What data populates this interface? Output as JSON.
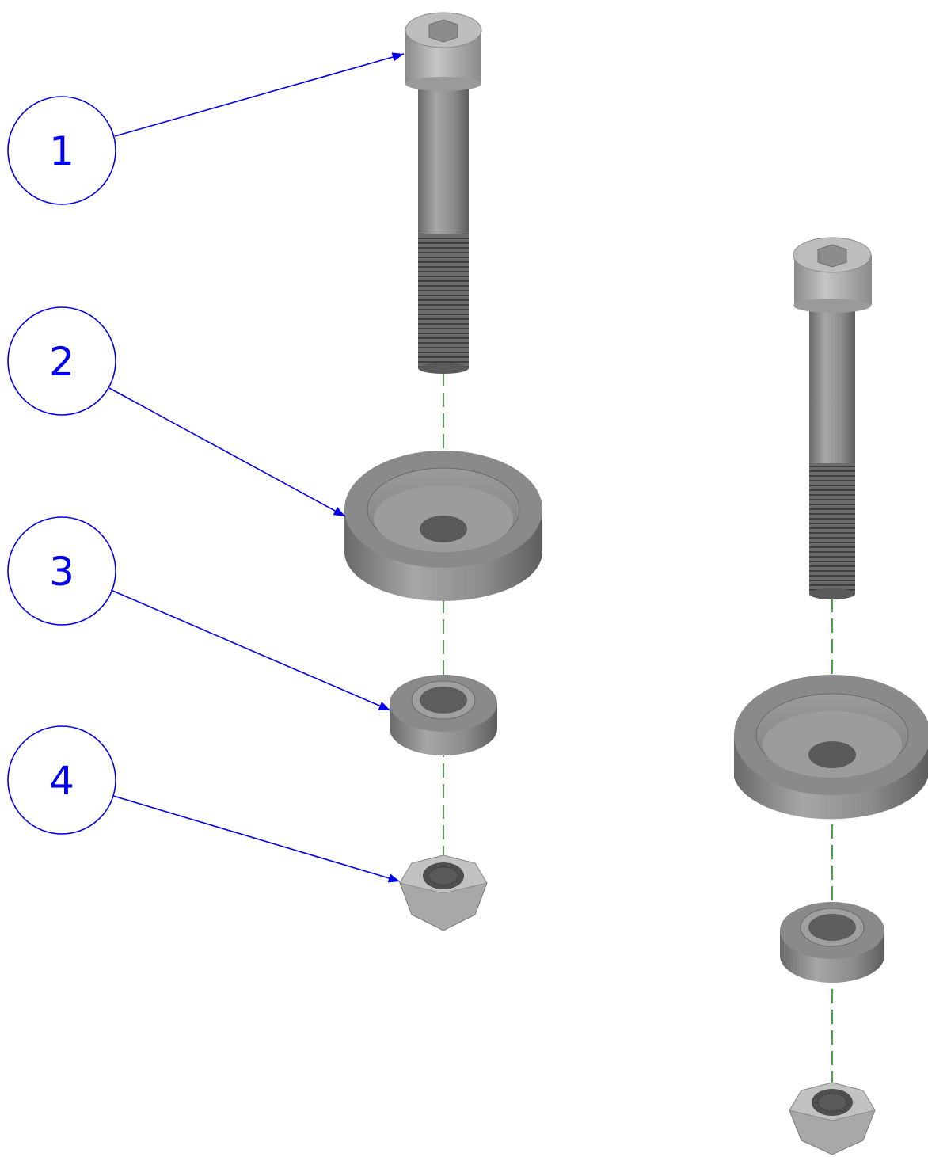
{
  "balloons": [
    {
      "number": "1",
      "target": "cap-screw"
    },
    {
      "number": "2",
      "target": "large-washer"
    },
    {
      "number": "3",
      "target": "bushing"
    },
    {
      "number": "4",
      "target": "hex-nut"
    }
  ],
  "colors": {
    "leader": "#0000ee",
    "centerline": "#1a8a1a",
    "part_dark": "#6e6e6e",
    "part_mid": "#8e8e8e",
    "part_light": "#b4b4b4"
  }
}
